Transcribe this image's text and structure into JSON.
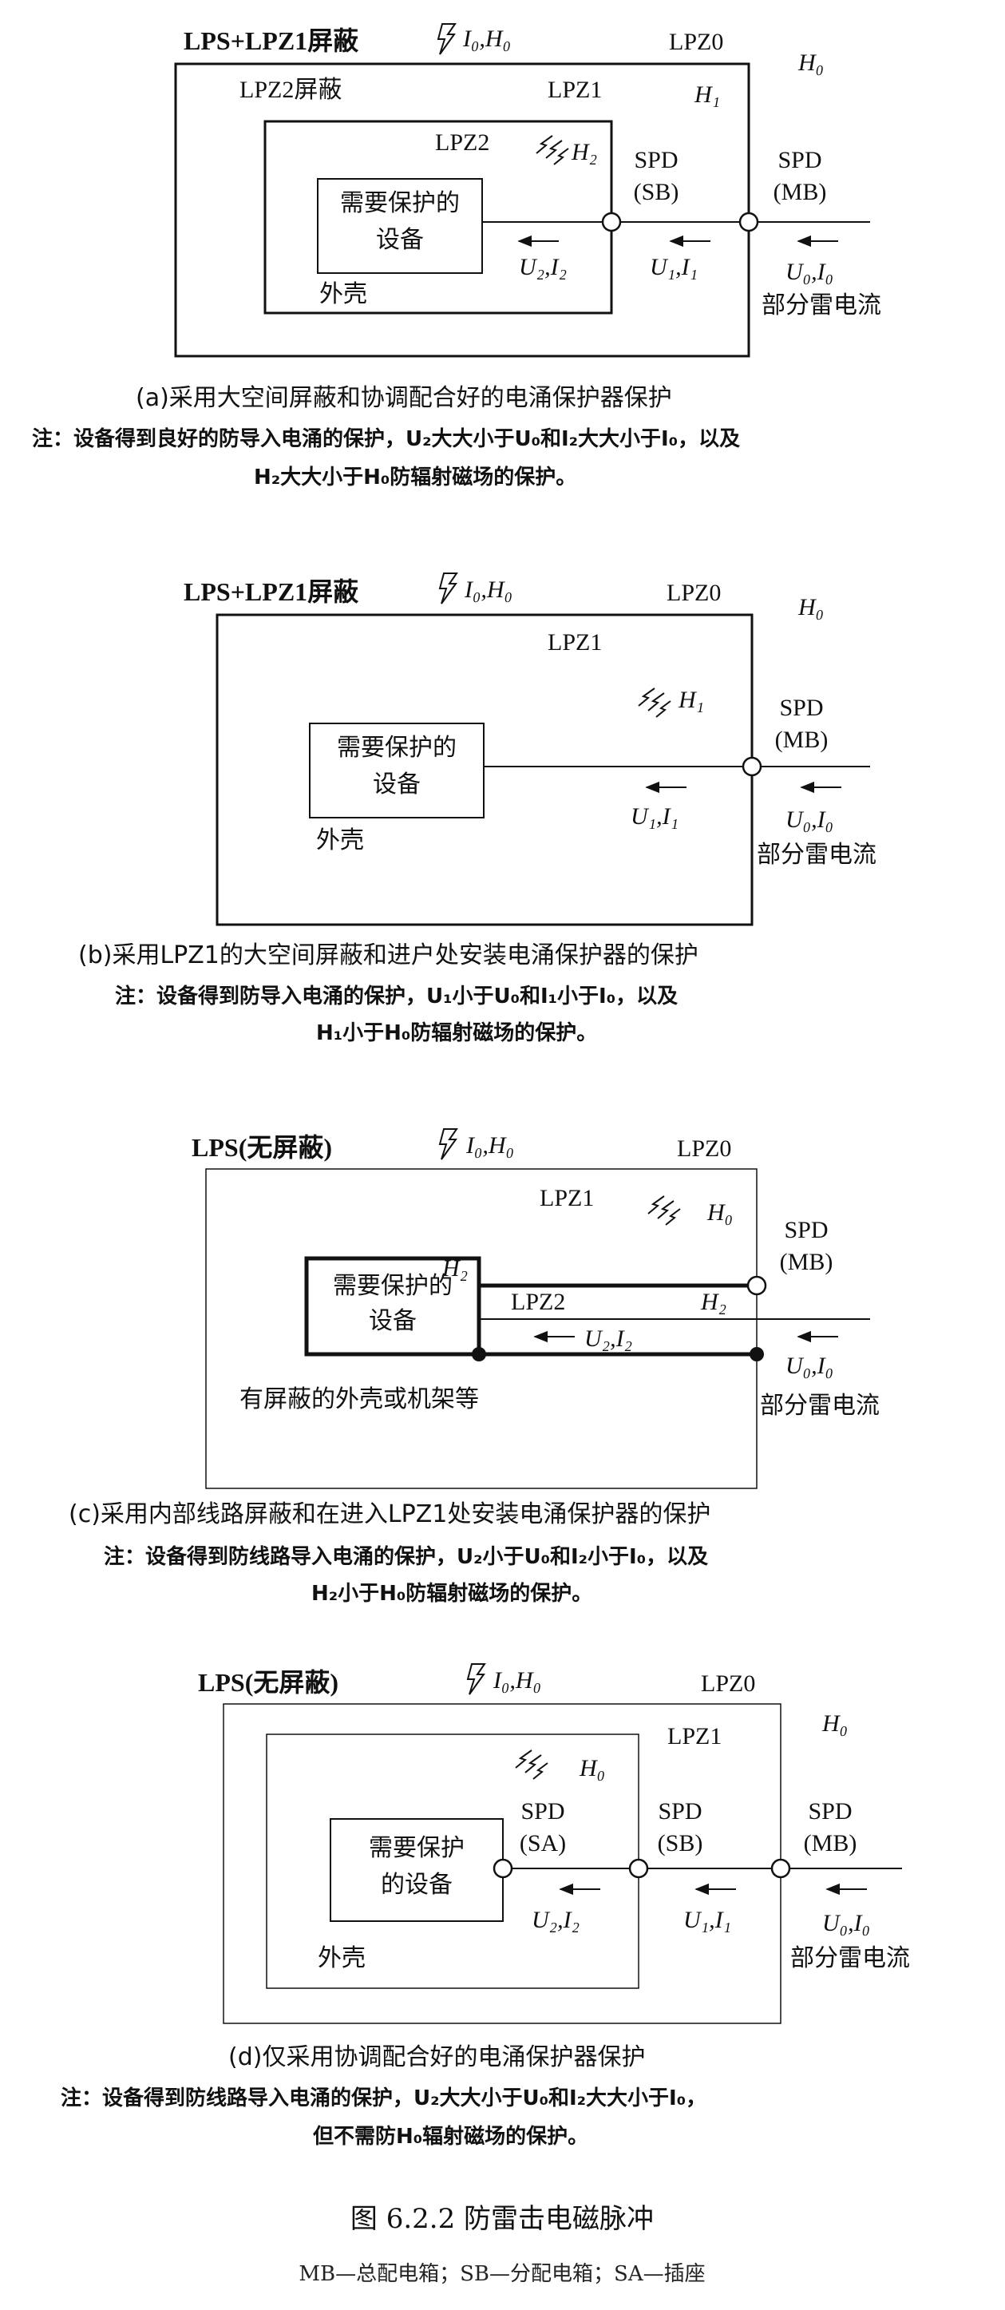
{
  "common": {
    "lps_lpz1": "LPS+LPZ1屏蔽",
    "lps_none": "LPS(无屏蔽)",
    "i0h0": "I₀,H₀",
    "h0": "H₀",
    "h1": "H₁",
    "h2": "H₂",
    "lpz0": "LPZ0",
    "lpz1": "LPZ1",
    "lpz2": "LPZ2",
    "spd": "SPD",
    "mb": "(MB)",
    "sb": "(SB)",
    "sa": "(SA)",
    "u0i0": "U₀,I₀",
    "u1i1": "U₁,I₁",
    "u2i2": "U₂,I₂",
    "partial_current": "部分雷电流",
    "housing": "外壳",
    "device_l1": "需要保护的",
    "device_l2": "设备",
    "device_d1": "需要保护",
    "device_d2": "的设备"
  },
  "panel_a": {
    "lpz2_shield": "LPZ2屏蔽",
    "caption": "(a)采用大空间屏蔽和协调配合好的电涌保护器保护",
    "note1": "注：设备得到良好的防导入电涌的保护，U₂大大小于U₀和I₂大大小于I₀，以及",
    "note2": "H₂大大小于H₀防辐射磁场的保护。"
  },
  "panel_b": {
    "caption": "(b)采用LPZ1的大空间屏蔽和进户处安装电涌保护器的保护",
    "note1": "注：设备得到防导入电涌的保护，U₁小于U₀和I₁小于I₀，以及",
    "note2": "H₁小于H₀防辐射磁场的保护。"
  },
  "panel_c": {
    "shielded_housing": "有屏蔽的外壳或机架等",
    "caption": "(c)采用内部线路屏蔽和在进入LPZ1处安装电涌保护器的保护",
    "note1": "注：设备得到防线路导入电涌的保护，U₂小于U₀和I₂小于I₀，以及",
    "note2": "H₂小于H₀防辐射磁场的保护。"
  },
  "panel_d": {
    "caption": "(d)仅采用协调配合好的电涌保护器保护",
    "note1": "注：设备得到防线路导入电涌的保护，U₂大大小于U₀和I₂大大小于I₀，",
    "note2": "但不需防H₀辐射磁场的保护。"
  },
  "figure": {
    "title": "图 6.2.2   防雷击电磁脉冲",
    "legend": "MB—总配电箱；SB—分配电箱；SA—插座"
  }
}
